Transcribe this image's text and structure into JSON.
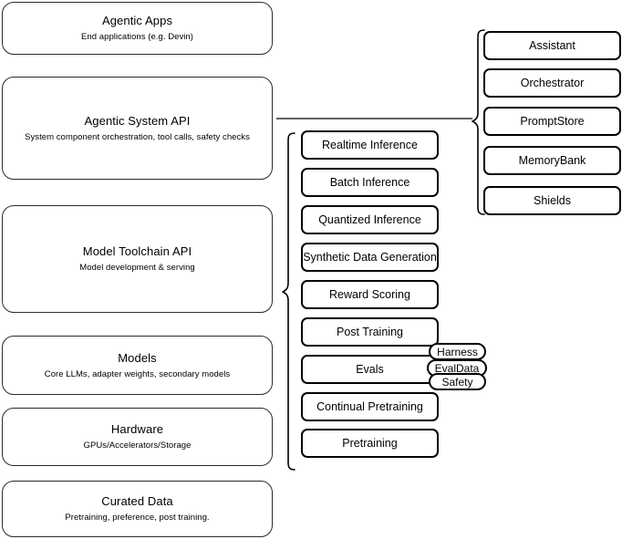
{
  "diagram": {
    "title": "Agentic stack layered architecture",
    "colors": {
      "background": "#ffffff",
      "layer_border": "#2b2b2b",
      "node_border": "#000000",
      "text": "#000000"
    }
  },
  "layers": [
    {
      "title": "Agentic Apps",
      "subtitle": "End applications (e.g. Devin)"
    },
    {
      "title": "Agentic System API",
      "subtitle": "System component orchestration, tool calls, safety checks"
    },
    {
      "title": "Model Toolchain API",
      "subtitle": "Model development & serving"
    },
    {
      "title": "Models",
      "subtitle": "Core LLMs, adapter weights, secondary models"
    },
    {
      "title": "Hardware",
      "subtitle": "GPUs/Accelerators/Storage"
    },
    {
      "title": "Curated Data",
      "subtitle": "Pretraining, preference, post training."
    }
  ],
  "toolchain_components": [
    {
      "label": "Realtime Inference"
    },
    {
      "label": "Batch Inference"
    },
    {
      "label": "Quantized Inference"
    },
    {
      "label": "Synthetic Data Generation"
    },
    {
      "label": "Reward Scoring"
    },
    {
      "label": "Post Training"
    },
    {
      "label": "Evals"
    },
    {
      "label": "Continual Pretraining"
    },
    {
      "label": "Pretraining"
    }
  ],
  "system_components": [
    {
      "label": "Assistant"
    },
    {
      "label": "Orchestrator"
    },
    {
      "label": "PromptStore"
    },
    {
      "label": "MemoryBank"
    },
    {
      "label": "Shields"
    }
  ],
  "eval_pills": [
    {
      "label": "Harness"
    },
    {
      "label": "EvalData"
    },
    {
      "label": "Safety"
    }
  ]
}
